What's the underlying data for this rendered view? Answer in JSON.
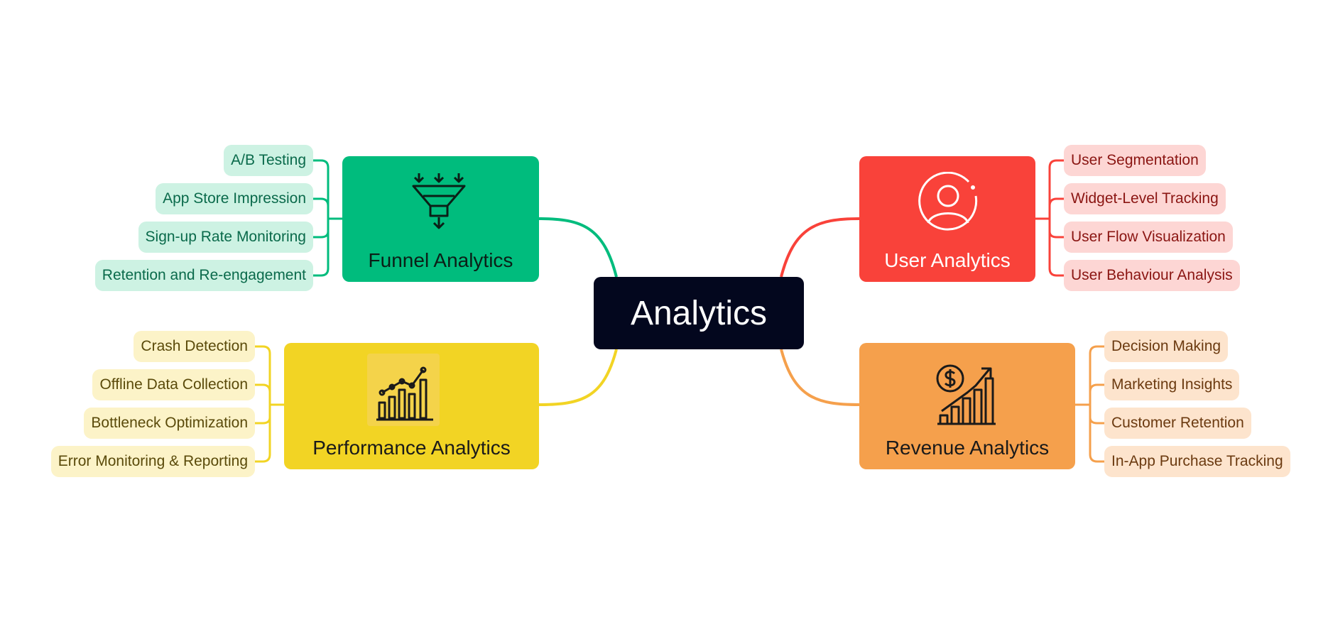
{
  "center": {
    "label": "Analytics"
  },
  "branches": {
    "funnel": {
      "label": "Funnel Analytics",
      "color": "#00bc7d",
      "icon": "funnel-icon",
      "items": [
        "A/B Testing",
        "App Store Impression",
        "Sign-up Rate Monitoring",
        "Retention and Re-engagement"
      ]
    },
    "user": {
      "label": "User Analytics",
      "color": "#f9423a",
      "icon": "user-icon",
      "items": [
        "User Segmentation",
        "Widget-Level Tracking",
        "User Flow Visualization",
        "User Behaviour Analysis"
      ]
    },
    "performance": {
      "label": "Performance Analytics",
      "color": "#f2d424",
      "icon": "bar-chart-icon",
      "items": [
        "Crash Detection",
        "Offline Data Collection",
        "Bottleneck Optimization",
        "Error Monitoring & Reporting"
      ]
    },
    "revenue": {
      "label": "Revenue Analytics",
      "color": "#f5a04c",
      "icon": "revenue-growth-icon",
      "items": [
        "Decision Making",
        "Marketing Insights",
        "Customer Retention",
        "In-App Purchase Tracking"
      ]
    }
  }
}
